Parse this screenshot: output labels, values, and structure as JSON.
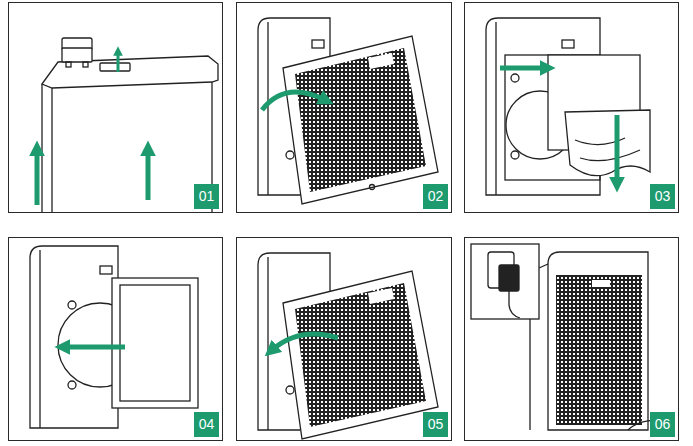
{
  "diagram": {
    "nodes": [
      {
        "text": [
          "01"
        ]
      },
      {
        "text": [
          "02"
        ]
      },
      {
        "text": [
          "03"
        ]
      },
      {
        "text": [
          "04"
        ]
      },
      {
        "text": [
          "05"
        ]
      },
      {
        "text": [
          "06"
        ]
      }
    ]
  }
}
